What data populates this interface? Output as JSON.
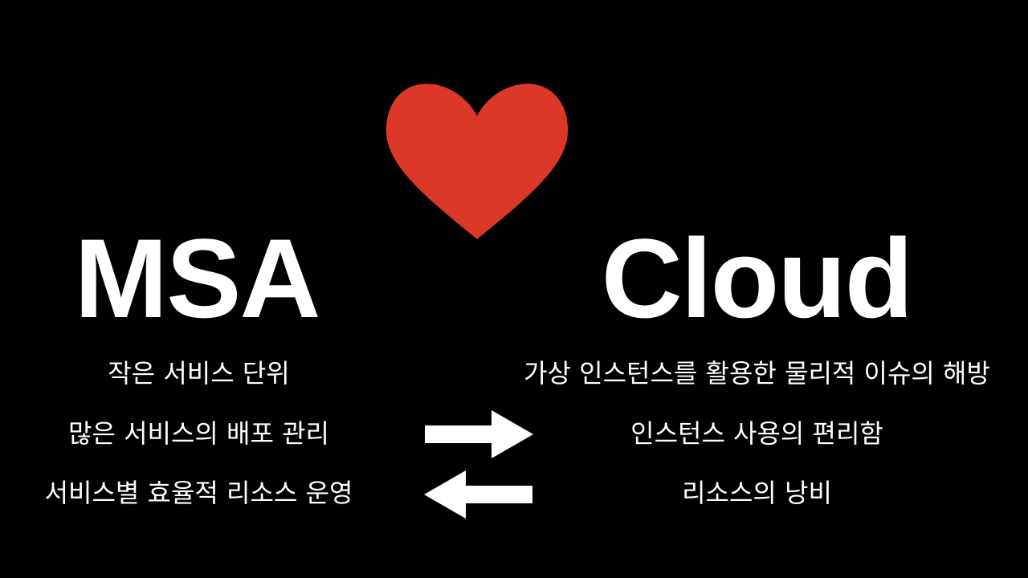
{
  "colors": {
    "background": "#000000",
    "text": "#ffffff",
    "heart": "#dc3828"
  },
  "heart_icon": "heart-icon",
  "left": {
    "title": "MSA",
    "items": [
      "작은 서비스 단위",
      "많은 서비스의 배포 관리",
      "서비스별 효율적 리소스 운영"
    ]
  },
  "right": {
    "title": "Cloud",
    "items": [
      "가상 인스턴스를 활용한 물리적 이슈의 해방",
      "인스턴스 사용의 편리함",
      "리소스의 낭비"
    ]
  },
  "arrows": {
    "top": "arrow-right-icon",
    "bottom": "arrow-left-icon"
  }
}
